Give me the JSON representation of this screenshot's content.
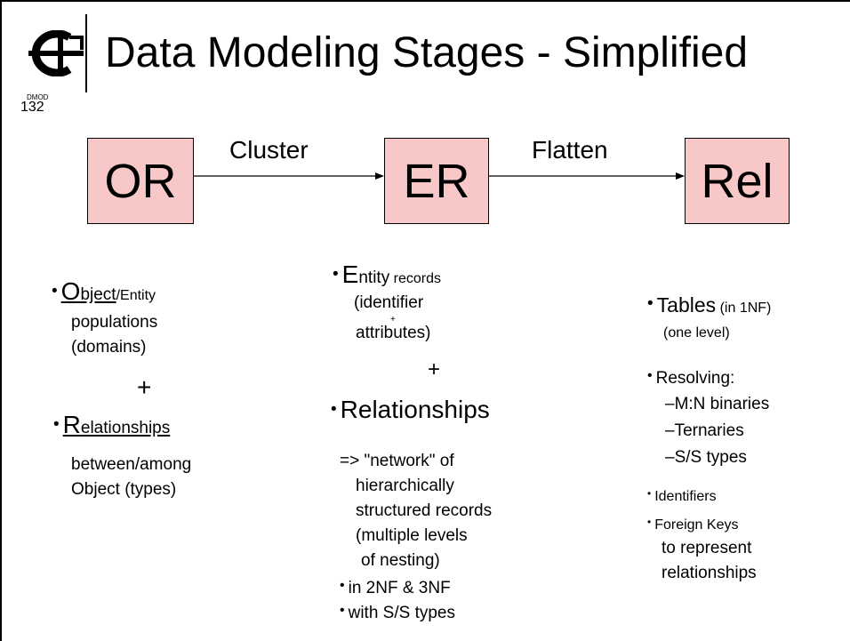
{
  "header": {
    "title": "Data Modeling Stages - Simplified",
    "course_code": "DMOD",
    "page_number": "132"
  },
  "diagram": {
    "nodes": {
      "or": "OR",
      "er": "ER",
      "rel": "Rel"
    },
    "edges": {
      "cluster": "Cluster",
      "flatten": "Flatten"
    }
  },
  "columns": {
    "or": {
      "item1_lead": "O",
      "item1_word_rest": "bject",
      "item1_suffix": "/Entity",
      "item1_line2": "populations",
      "item1_line3": "(domains)",
      "plus": "+",
      "item2_lead": "R",
      "item2_word_rest": "elationships",
      "item2_line2": "between/among",
      "item2_line3": "Object (types)"
    },
    "er": {
      "item1_lead": "E",
      "item1_word_rest": "ntity",
      "item1_suffix": " records",
      "item1_line2": "(identifier",
      "item1_small_plus": "+",
      "item1_line3": "attributes)",
      "plus": "+",
      "item2_lead": "R",
      "item2_rest": "elationships",
      "network_line1": "=> \"network\" of",
      "network_line2": "hierarchically",
      "network_line3": "structured records",
      "network_line4": "(multiple levels",
      "network_line5": "of nesting)",
      "bullet3": "in 2NF & 3NF",
      "bullet4": "with S/S types"
    },
    "rel": {
      "item1_word": "Tables",
      "item1_suffix": " (in 1NF)",
      "item1_line2": "(one level)",
      "item2": "Resolving:",
      "sub1": "M:N binaries",
      "sub2": "Ternaries",
      "sub3": "S/S types",
      "item3": "Identifiers",
      "item4_line1": "Foreign Keys",
      "item4_line2": "to represent",
      "item4_line3": "relationships"
    }
  },
  "bullet_glyph": "•",
  "dash_glyph": "–",
  "colors": {
    "box_fill": "#f8c8c8"
  }
}
